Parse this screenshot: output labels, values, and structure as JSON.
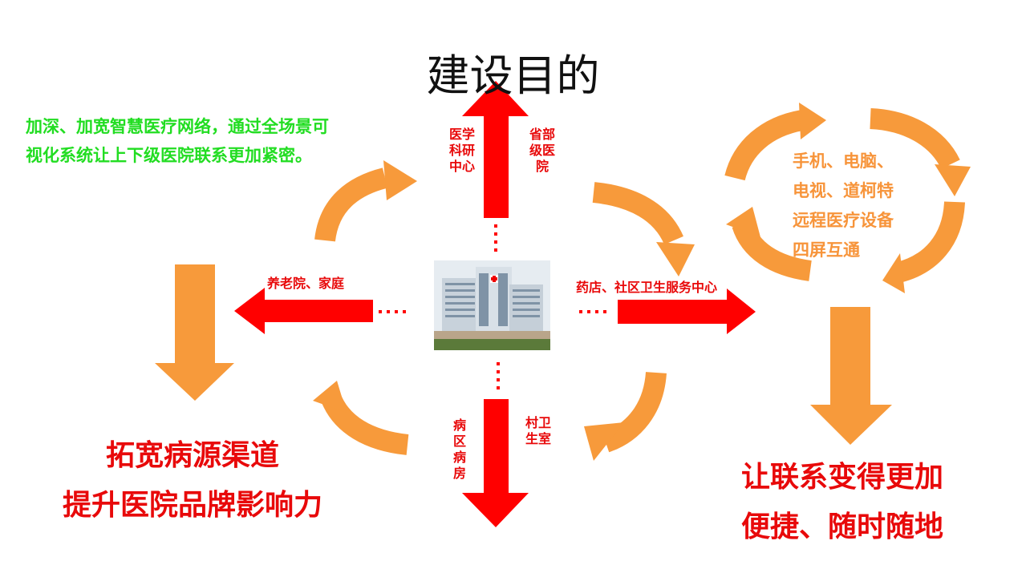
{
  "title": "建设目的",
  "green_note": {
    "line1": "加深、加宽智慧医疗网络，通过全场景可",
    "line2": "视化系统让上下级医院联系更加紧密。"
  },
  "top_left_label": "医学科研中心",
  "top_right_label": "省部级医院",
  "left_label": "养老院、家庭",
  "right_label": "药店、社区卫生服务中心",
  "bottom_left_label": "病区病房",
  "bottom_right_label": "村卫生室",
  "device_text": {
    "line1": "手机、电脑、",
    "line2": "电视、道柯特",
    "line3": "远程医疗设备",
    "line4": "四屏互通"
  },
  "left_result": {
    "line1": "拓宽病源渠道",
    "line2": "提升医院品牌影响力"
  },
  "right_result": {
    "line1": "让联系变得更加",
    "line2": "便捷、随时随地"
  },
  "colors": {
    "red": "#ff0000",
    "orange": "#f79a3b",
    "green": "#22dd22"
  },
  "icons": [
    "hospital-building-image"
  ]
}
